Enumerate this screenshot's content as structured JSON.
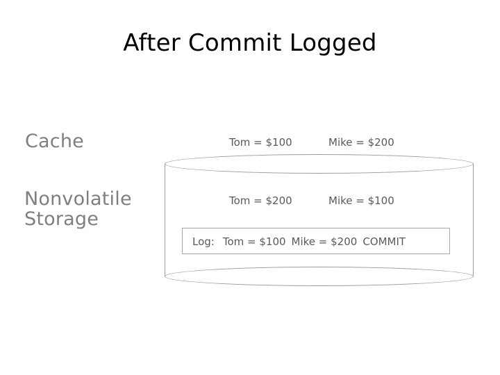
{
  "slide": {
    "title": "After Commit Logged"
  },
  "labels": {
    "cache": "Cache",
    "nonvolatile_storage": "Nonvolatile Storage"
  },
  "cache_values": {
    "tom": "Tom = $100",
    "mike": "Mike = $200"
  },
  "storage_values": {
    "tom": "Tom = $200",
    "mike": "Mike = $100"
  },
  "log": {
    "label": "Log:",
    "entry_tom": "Tom = $100",
    "entry_mike": "Mike = $200",
    "commit": "COMMIT"
  },
  "colors": {
    "title_text": "#000000",
    "side_label_text": "#7f7f7f",
    "value_text": "#595959",
    "outline": "#9a9a9a",
    "background": "#ffffff"
  }
}
